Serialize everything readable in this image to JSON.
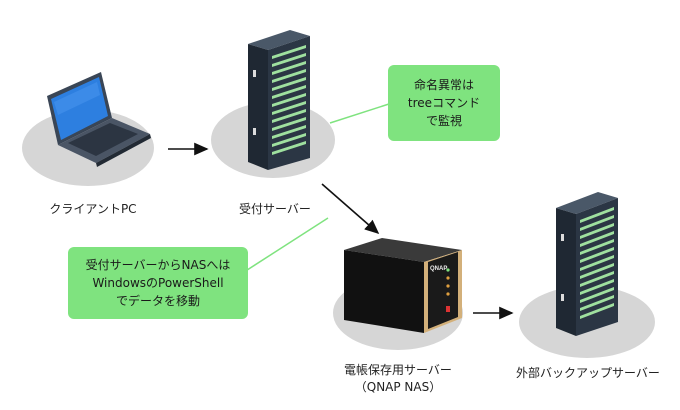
{
  "nodes": {
    "client": {
      "label": "クライアントPC"
    },
    "reception": {
      "label": "受付サーバー"
    },
    "nas": {
      "label_line1": "電帳保存用サーバー",
      "label_line2": "（QNAP NAS）",
      "brand": "QNAP"
    },
    "backup": {
      "label": "外部バックアップサーバー"
    }
  },
  "callouts": {
    "monitor": {
      "lines": [
        "命名異常は",
        "treeコマンド",
        "で監視"
      ]
    },
    "transfer": {
      "lines": [
        "受付サーバーからNASへは",
        "WindowsのPowerShell",
        "でデータを移動"
      ]
    }
  },
  "colors": {
    "callout_fill": "#7fe37f",
    "leader_line": "#7fe37f",
    "shadow_ellipse": "#d6d6d6",
    "server_body": "#2b3644",
    "server_slot": "#9fe09f"
  }
}
